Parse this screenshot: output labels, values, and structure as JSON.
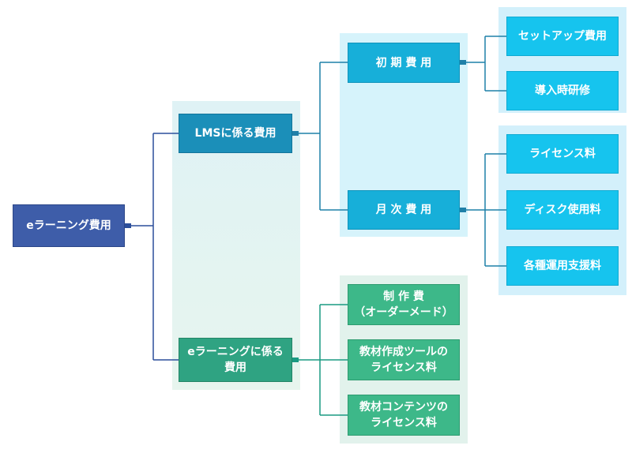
{
  "diagram": {
    "root": {
      "label": "eラーニング費用"
    },
    "lms": {
      "label": "LMSに係る費用",
      "initial": {
        "label": "初 期 費 用",
        "items": [
          "セットアップ費用",
          "導入時研修"
        ]
      },
      "monthly": {
        "label": "月 次 費 用",
        "items": [
          "ライセンス料",
          "ディスク使用料",
          "各種運用支援料"
        ]
      }
    },
    "elearning": {
      "label": "eラーニングに係る\n費用",
      "items": [
        "制 作 費\n（オーダーメード）",
        "教材作成ツールの\nライセンス料",
        "教材コンテンツの\nライセンス料"
      ]
    }
  },
  "colors": {
    "root": "#3e5da9",
    "lms": "#1b8fb9",
    "elearning_branch": "#2fa382",
    "sub_blue": "#17afd9",
    "sub_green": "#3db889",
    "leaf": "#16c4ee",
    "line_blue": "#1f80a8",
    "line_teal": "#1a9a82"
  }
}
